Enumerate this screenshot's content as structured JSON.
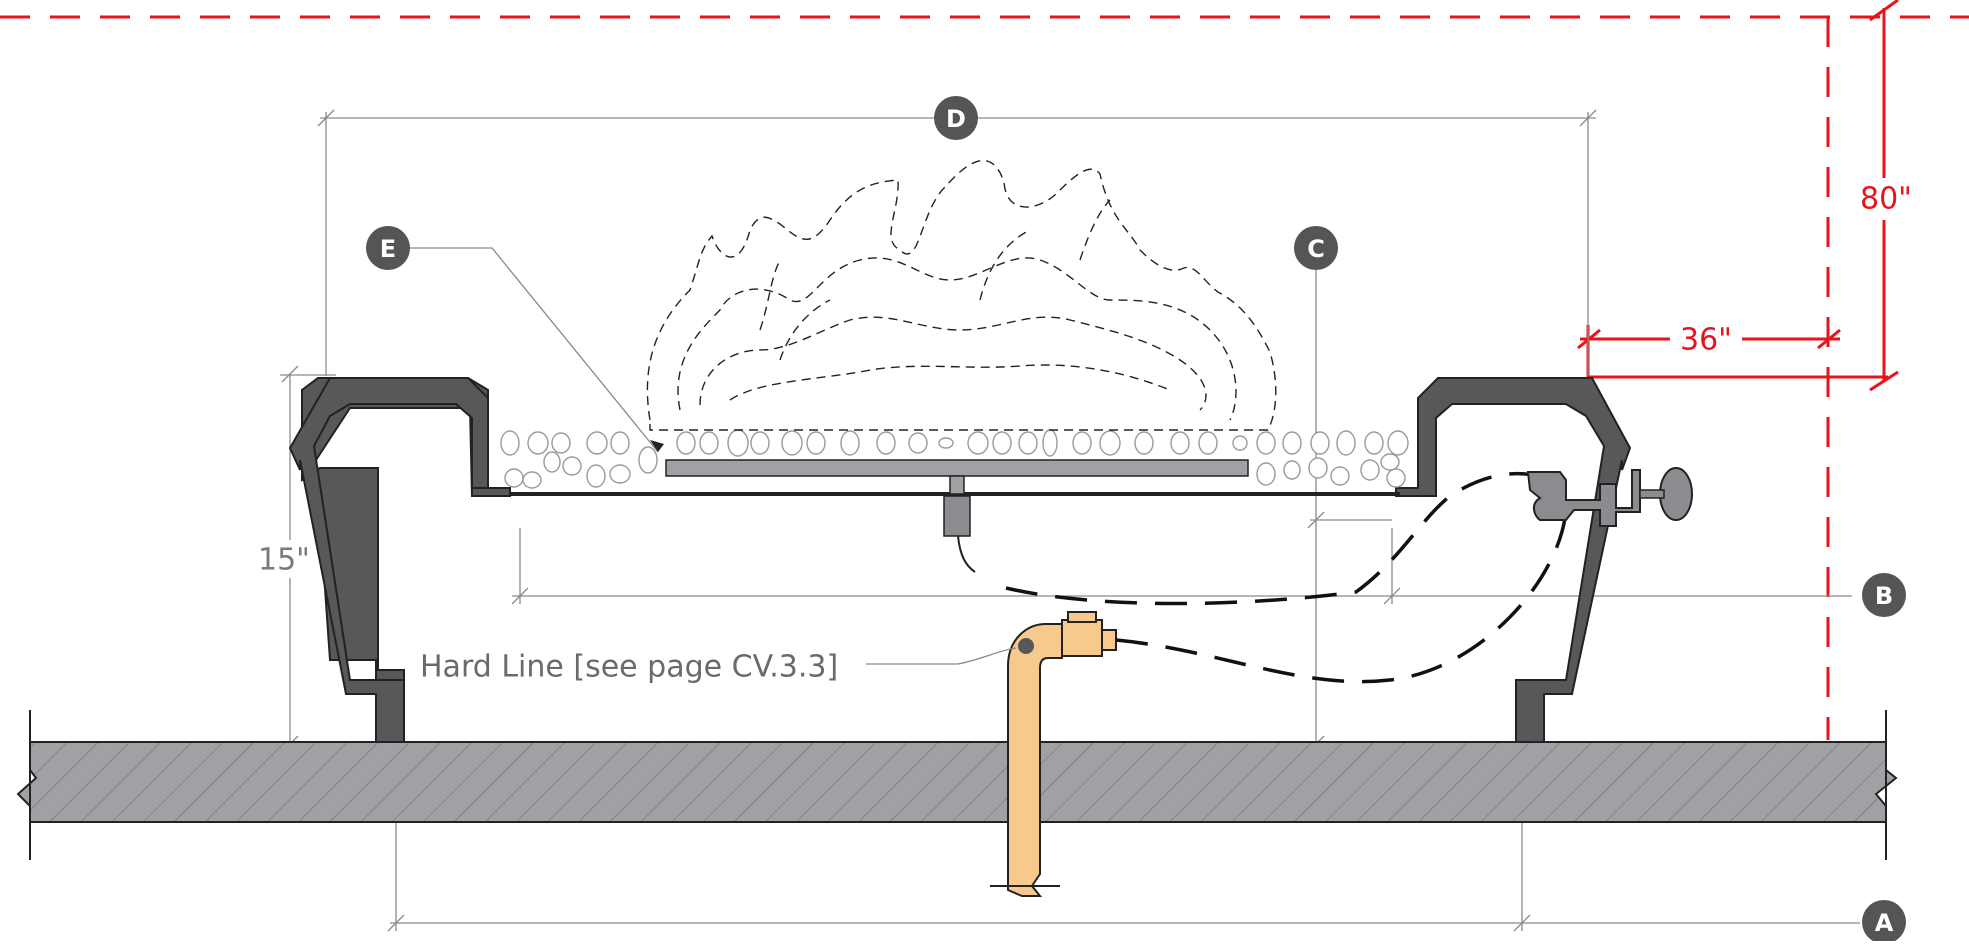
{
  "dimensions": {
    "height_label": "80\"",
    "clearance_label": "36\"",
    "wall_height_label": "15\""
  },
  "callouts": {
    "a": "A",
    "b": "B",
    "c": "C",
    "d": "D",
    "e": "E"
  },
  "notes": {
    "hard_line": "Hard Line [see page CV.3.3]"
  },
  "colors": {
    "dimension_red": "#e8141c",
    "concrete": "#58585b",
    "slab": "#a0a1a4",
    "gas_pipe": "#f7c98c",
    "valve": "#8c8c90"
  }
}
